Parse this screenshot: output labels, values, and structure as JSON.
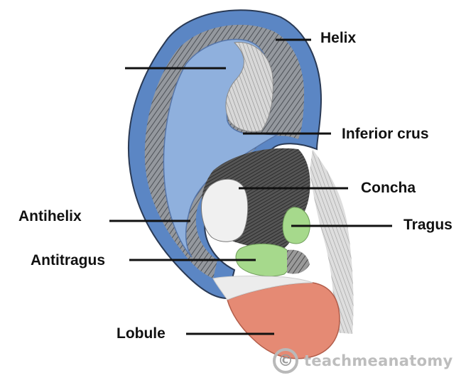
{
  "labels": {
    "helix": "Helix",
    "inferior_crus": "Inferior crus",
    "concha": "Concha",
    "antihelix": "Antihelix",
    "tragus": "Tragus",
    "antitragus": "Antitragus",
    "lobule": "Lobule"
  },
  "watermark": {
    "icon_glyph": "©",
    "text": "teachmeanatomy"
  },
  "colors": {
    "helix_blue": "#5b86c4",
    "antihelix_blue": "#8fb0dd",
    "green": "#a6d98c",
    "lobule": "#e58a74",
    "dark_shade": "#3a3a3a",
    "mid_shade": "#8d8d8d",
    "label_line": "#111111"
  }
}
